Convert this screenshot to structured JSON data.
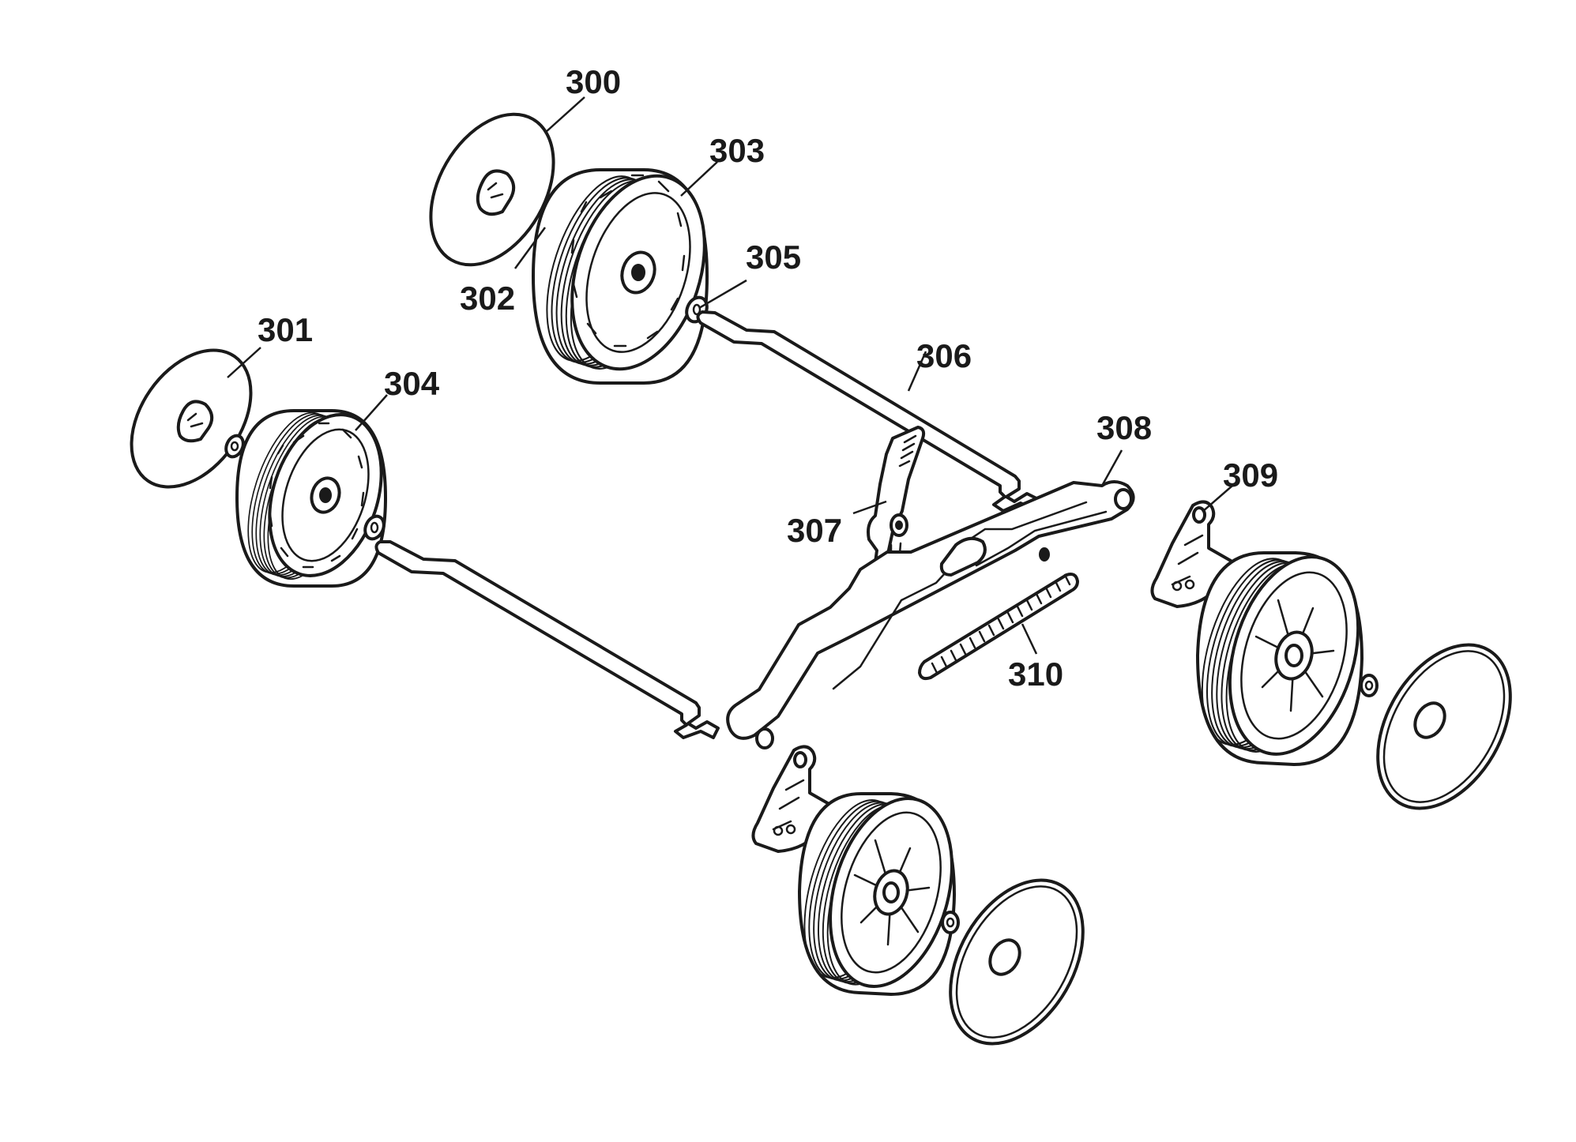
{
  "part_labels": {
    "p300": "300",
    "p301": "301",
    "p302": "302",
    "p303": "303",
    "p304": "304",
    "p305": "305",
    "p306": "306",
    "p307": "307",
    "p308": "308",
    "p309": "309",
    "p310": "310"
  },
  "colors": {
    "line": "#1a1a1a",
    "background": "#ffffff"
  }
}
